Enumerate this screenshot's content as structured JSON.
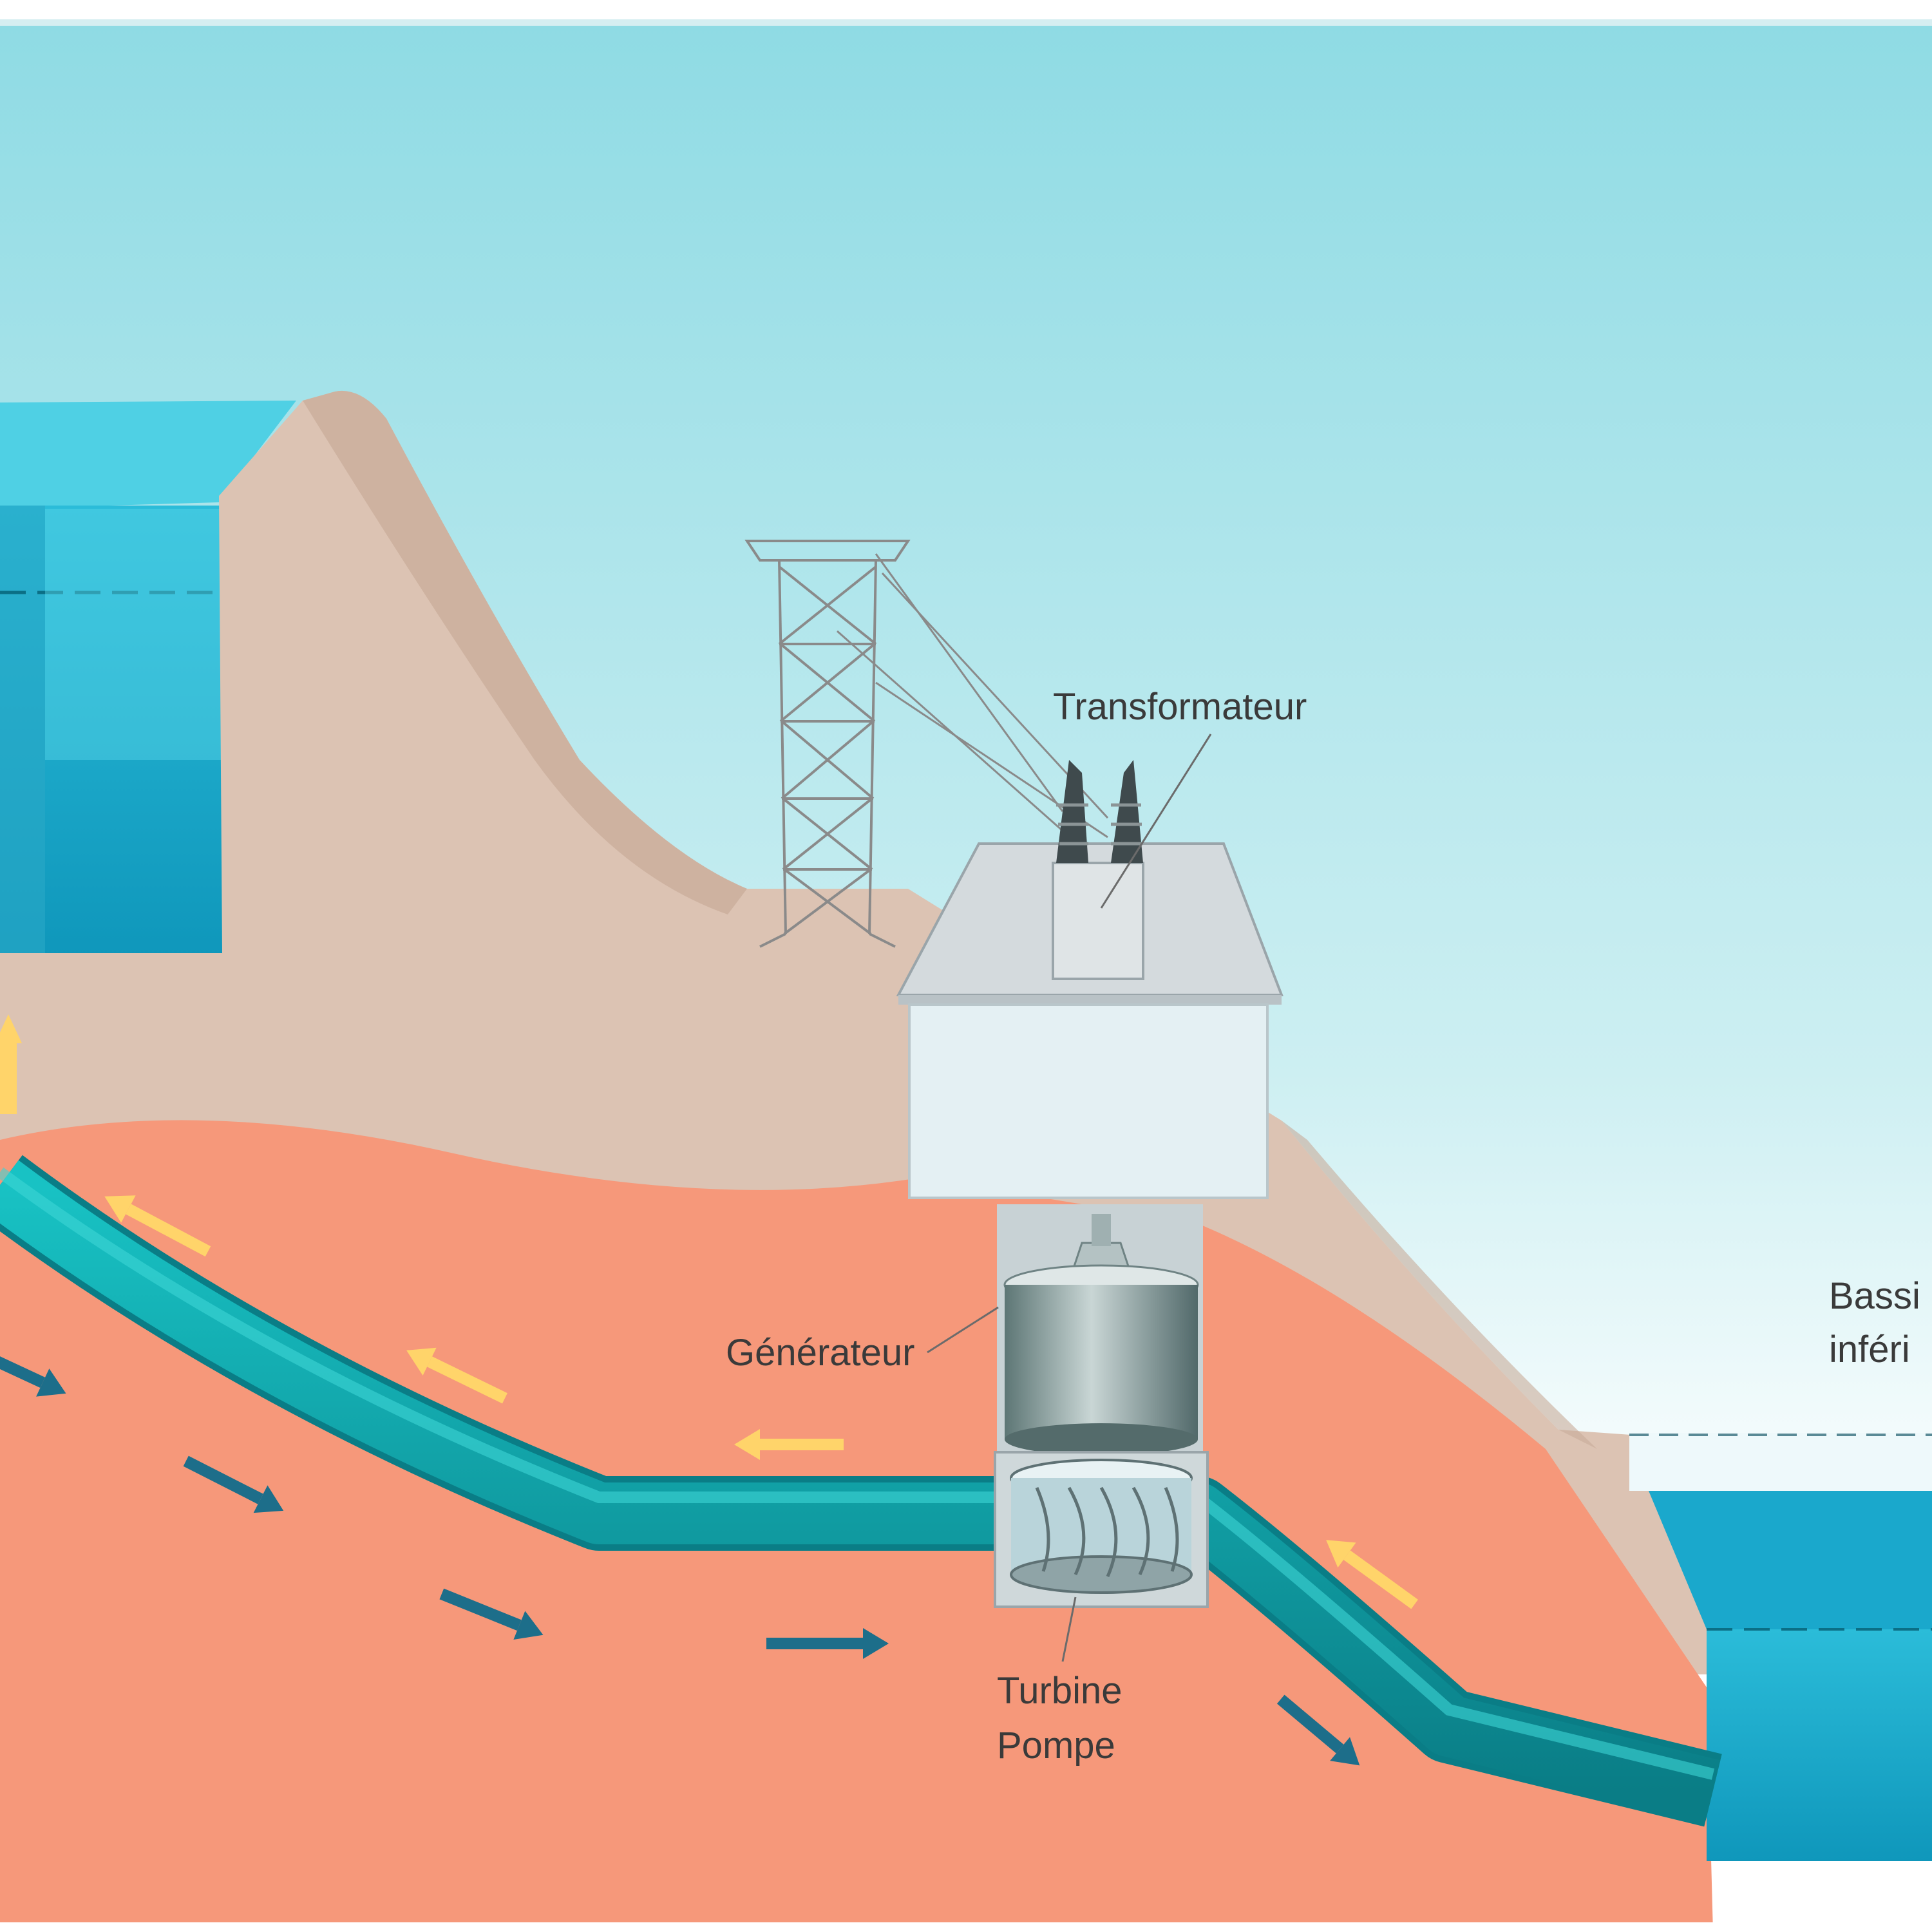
{
  "labels": {
    "transformateur": "Transformateur",
    "generateur": "Générateur",
    "turbine_line1": "Turbine",
    "turbine_line2": "Pompe",
    "bassin_line1": "Bassi",
    "bassin_line2": "inféri"
  },
  "colors": {
    "sky_top": "#8fdbe4",
    "sky_bottom": "#ffffff",
    "mountain": "#dcc3b3",
    "mountain_shadow": "#c8ab99",
    "ground": "#f6987a",
    "water": "#15a9c9",
    "water_light": "#3fc7de",
    "pipe": "#12a6ad",
    "pipe_dark": "#0b7f86",
    "pump_arrow": "#ffd46a",
    "turbine_arrow": "#1d6e8a",
    "building": "#e4f0f3",
    "building_roof": "#d4dadd",
    "generator": "#8fa5a5",
    "pylon": "#8a8a8a"
  }
}
